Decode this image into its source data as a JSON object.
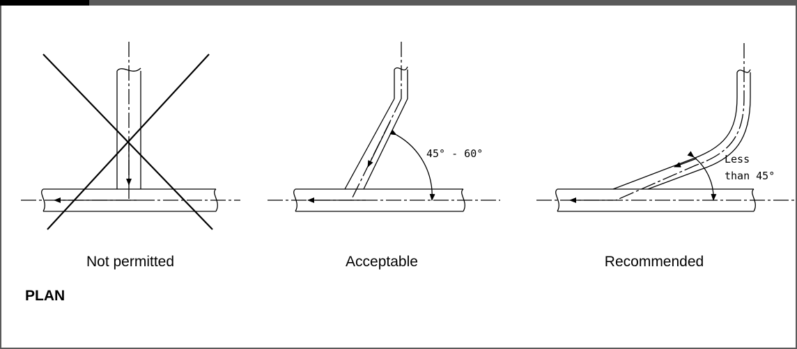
{
  "diagrams": {
    "not_permitted": {
      "caption": "Not permitted"
    },
    "acceptable": {
      "caption": "Acceptable",
      "angle_label": "45° - 60°"
    },
    "recommended": {
      "caption": "Recommended",
      "angle_label_line1": "Less",
      "angle_label_line2": "than 45°"
    }
  },
  "section_label": "PLAN",
  "colors": {
    "frame": "#5a5a5a",
    "ink": "#000000",
    "header_accent": "#000000"
  }
}
